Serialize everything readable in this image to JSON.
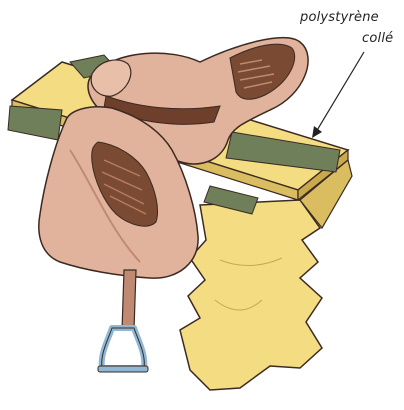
{
  "annotation": {
    "line1": "polystyrène",
    "line2": "collé"
  },
  "colors": {
    "background": "#ffffff",
    "saddle": "#e2b39c",
    "saddle_shadow": "#c08a72",
    "saddle_dark": "#6e3f2a",
    "stand_wood": "#f3dc82",
    "stand_wood_edge": "#d4b75a",
    "polystyrene": "#6f7f5a",
    "stirrup": "#8fb7d6",
    "outline": "#3b2a22"
  },
  "icons": [
    "saddle-illustration",
    "wooden-saddle-stand",
    "glued-polystyrene-pad",
    "stirrup-icon",
    "leader-arrow"
  ]
}
